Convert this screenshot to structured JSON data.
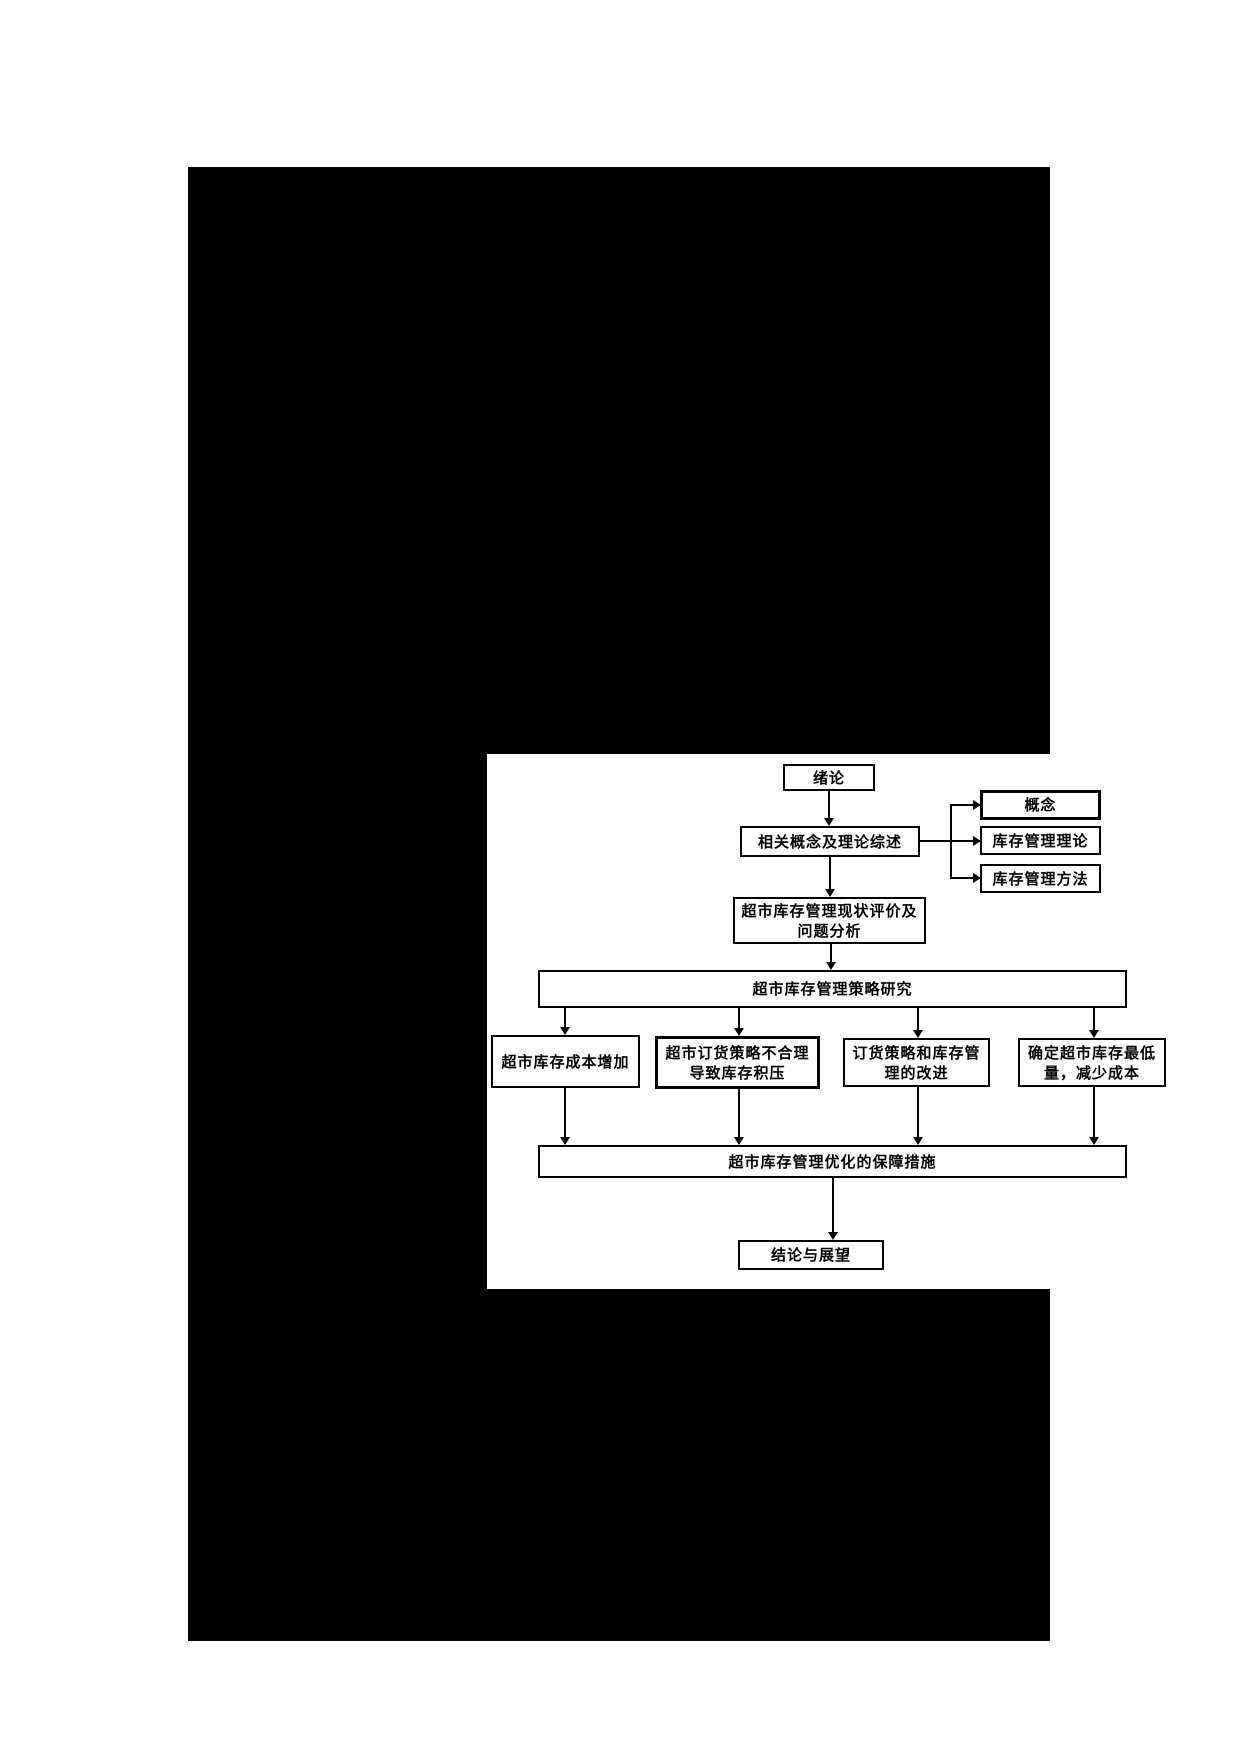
{
  "figure": {
    "type": "flowchart",
    "colors": {
      "page_background": "#000000",
      "panel_background": "#ffffff",
      "line": "#000000",
      "text": "#000000"
    },
    "nodes": {
      "intro": "绪论",
      "related_concepts": "相关概念及理论综述",
      "concept": "概念",
      "inventory_theory": "库存管理理论",
      "inventory_method": "库存管理方法",
      "status_evaluation": "超市库存管理现状评价及问题分析",
      "strategy_research": "超市库存管理策略研究",
      "cost_increase": "超市库存成本增加",
      "ordering_unreasonable": "超市订货策略不合理导致库存积压",
      "ordering_improvement": "订货策略和库存管理的改进",
      "min_inventory": "确定超市库存最低量，减少成本",
      "safeguards": "超市库存管理优化的保障措施",
      "conclusion": "结论与展望"
    }
  }
}
